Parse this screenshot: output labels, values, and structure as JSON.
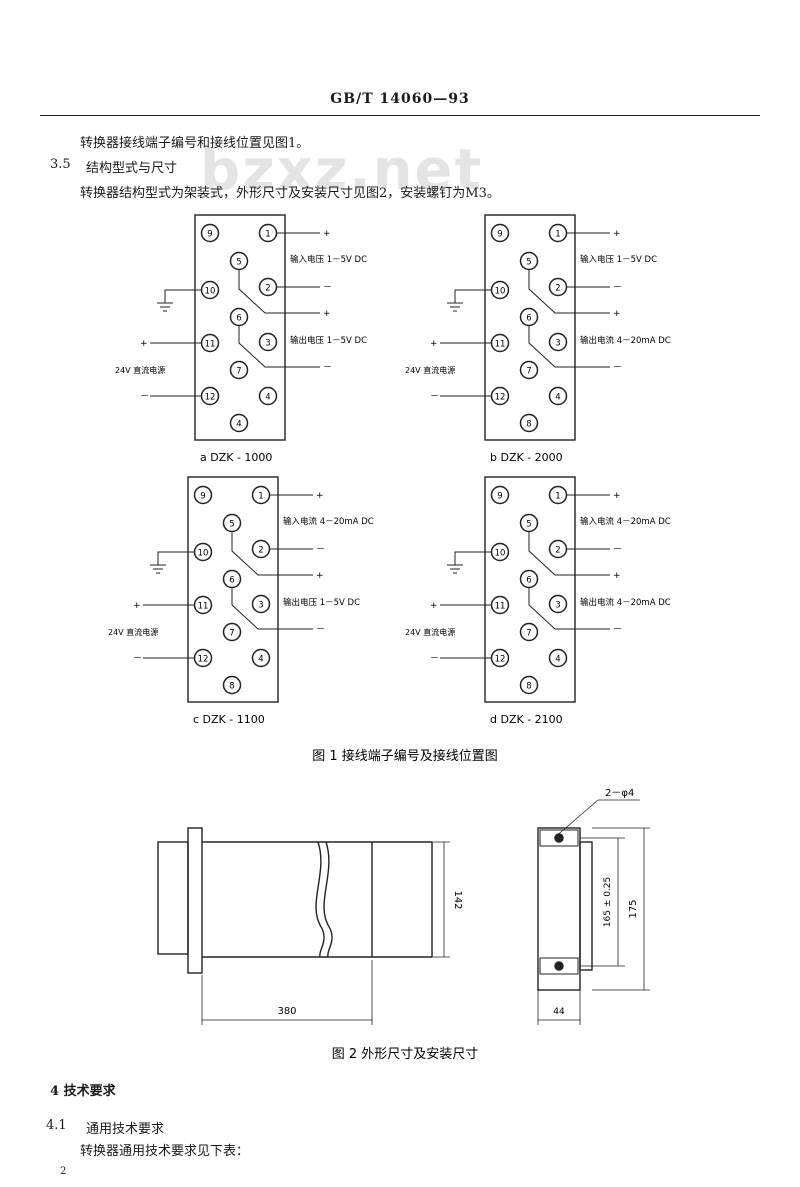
{
  "header": {
    "standard": "GB/T 14060—93"
  },
  "text": {
    "line1": "转换器接线端子编号和接线位置见图1。",
    "sec35_num": "3.5",
    "sec35_title": "结构型式与尺寸",
    "sec35_body": "转换器结构型式为架装式，外形尺寸及安装尺寸见图2，安装螺钉为M3。",
    "sec4": "4  技术要求",
    "sec41_num": "4.1",
    "sec41_title": "通用技术要求",
    "sec41_body": "转换器通用技术要求见下表：",
    "page_number": "2"
  },
  "watermark": "bzxz.net",
  "figure1": {
    "caption": "图 1   接线端子编号及接线位置图",
    "panels": [
      {
        "id": "a",
        "label": "a  DZK - 1000",
        "pins": [
          "9",
          "1",
          "5",
          "10",
          "2",
          "6",
          "11",
          "3",
          "7",
          "12",
          "4",
          "4"
        ],
        "input_label": "输入电压 1－5V DC",
        "output_label": "输出电压 1－5V DC",
        "power_label": "24V 直流电源",
        "plus": "+",
        "minus": "－"
      },
      {
        "id": "b",
        "label": "b  DZK - 2000",
        "pins": [
          "9",
          "1",
          "5",
          "10",
          "2",
          "6",
          "11",
          "3",
          "7",
          "12",
          "4",
          "8"
        ],
        "input_label": "输入电压 1－5V DC",
        "output_label": "输出电流 4－20mA DC",
        "power_label": "24V 直流电源",
        "plus": "+",
        "minus": "－"
      },
      {
        "id": "c",
        "label": "c  DZK - 1100",
        "pins": [
          "9",
          "1",
          "5",
          "10",
          "2",
          "6",
          "11",
          "3",
          "7",
          "12",
          "4",
          "8"
        ],
        "input_label": "输入电流 4－20mA DC",
        "output_label": "输出电压 1－5V DC",
        "power_label": "24V 直流电源",
        "plus": "+",
        "minus": "－"
      },
      {
        "id": "d",
        "label": "d  DZK - 2100",
        "pins": [
          "9",
          "1",
          "5",
          "10",
          "2",
          "6",
          "11",
          "3",
          "7",
          "12",
          "4",
          "8"
        ],
        "input_label": "输入电流 4－20mA DC",
        "output_label": "输出电流 4－20mA DC",
        "power_label": "24V 直流电源",
        "plus": "+",
        "minus": "－"
      }
    ]
  },
  "figure2": {
    "caption": "图 2   外形尺寸及安装尺寸",
    "dim_length": "380",
    "dim_height": "142",
    "dim_mount": "165 ± 0.25",
    "dim_total": "175",
    "dim_width": "44",
    "dim_hole": "2－φ4"
  }
}
